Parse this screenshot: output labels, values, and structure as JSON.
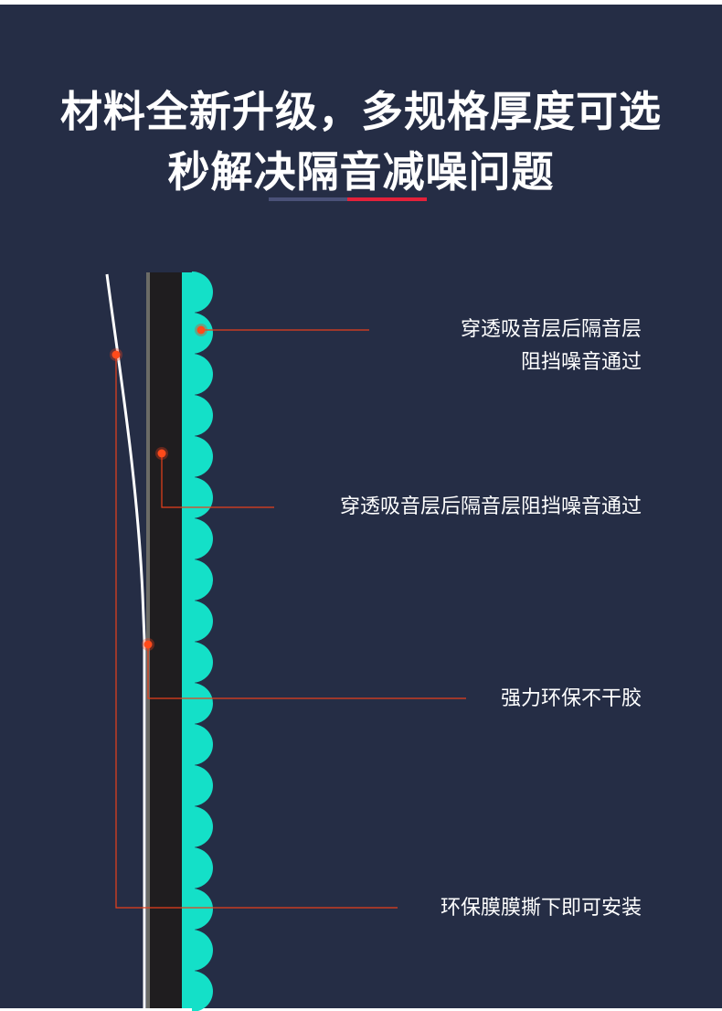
{
  "headline": {
    "line1": "材料全新升级，多规格厚度可选",
    "line2": "秒解决隔音减噪问题",
    "underline_colors": [
      "#4a5178",
      "#e3213a"
    ]
  },
  "diagram": {
    "layers": [
      {
        "name": "protective-film",
        "color": "#ffffff"
      },
      {
        "name": "adhesive-layer",
        "color": "#6b6b66"
      },
      {
        "name": "sound-barrier-layer",
        "color": "#1f1d1f"
      },
      {
        "name": "sound-absorbing-foam",
        "color": "#14e0c8"
      }
    ],
    "callout_color": "#e8401c",
    "callouts": [
      {
        "id": "foam",
        "lines": [
          "穿透吸音层后隔音层",
          "阻挡噪音通过"
        ]
      },
      {
        "id": "barrier",
        "lines": [
          "穿透吸音层后隔音层阻挡噪音通过"
        ]
      },
      {
        "id": "adhesive",
        "lines": [
          "强力环保不干胶"
        ]
      },
      {
        "id": "film",
        "lines": [
          "环保膜膜撕下即可安装"
        ]
      }
    ]
  },
  "colors": {
    "background": "#252d45",
    "text": "#ffffff"
  }
}
